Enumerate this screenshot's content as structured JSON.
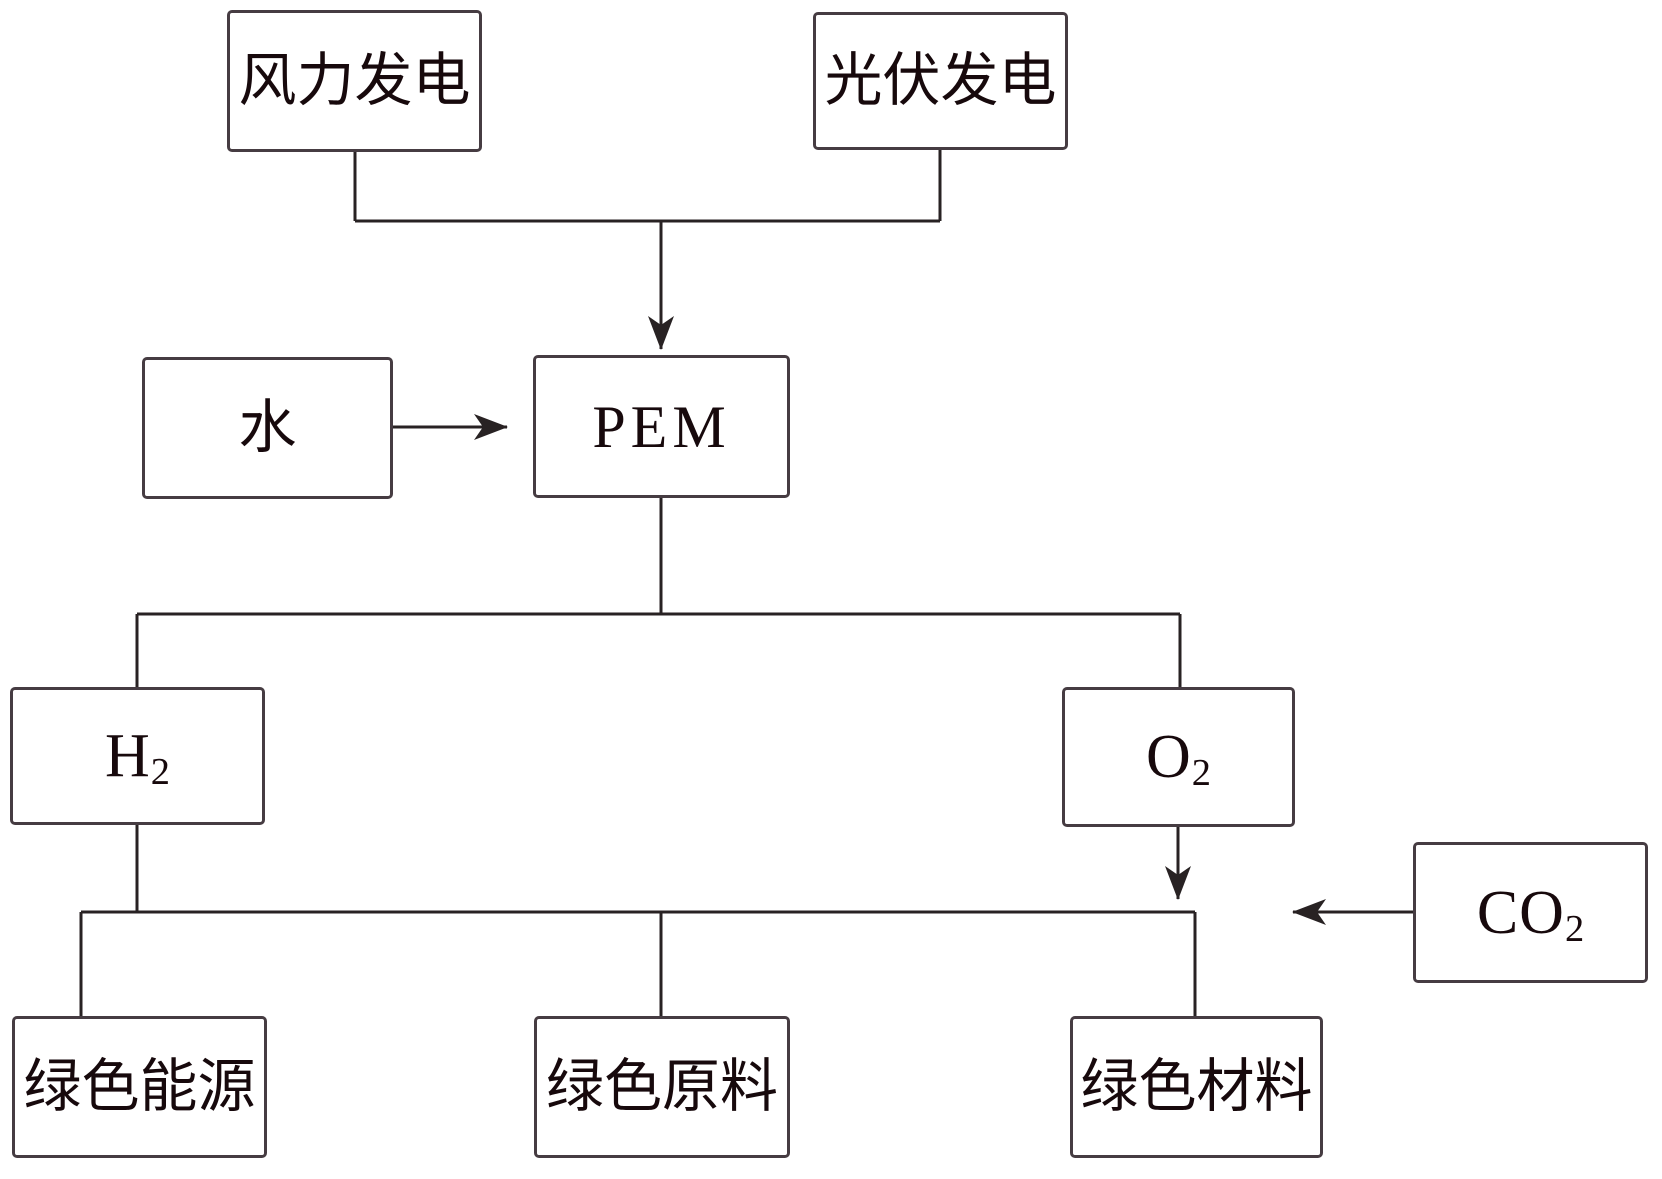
{
  "colors": {
    "background": "#ffffff",
    "line": "#282223",
    "box_border": "#463c42",
    "text": "#17090c"
  },
  "nodes": {
    "wind": {
      "label": "风力发电"
    },
    "pv": {
      "label": "光伏发电"
    },
    "water": {
      "label": "水"
    },
    "pem": {
      "label": "PEM"
    },
    "h2": {
      "base": "H",
      "sub": "2"
    },
    "o2": {
      "base": "O",
      "sub": "2"
    },
    "co2": {
      "base": "CO",
      "sub": "2"
    },
    "green_energy": {
      "label": "绿色能源"
    },
    "green_raw": {
      "label": "绿色原料"
    },
    "green_material": {
      "label": "绿色材料"
    }
  }
}
